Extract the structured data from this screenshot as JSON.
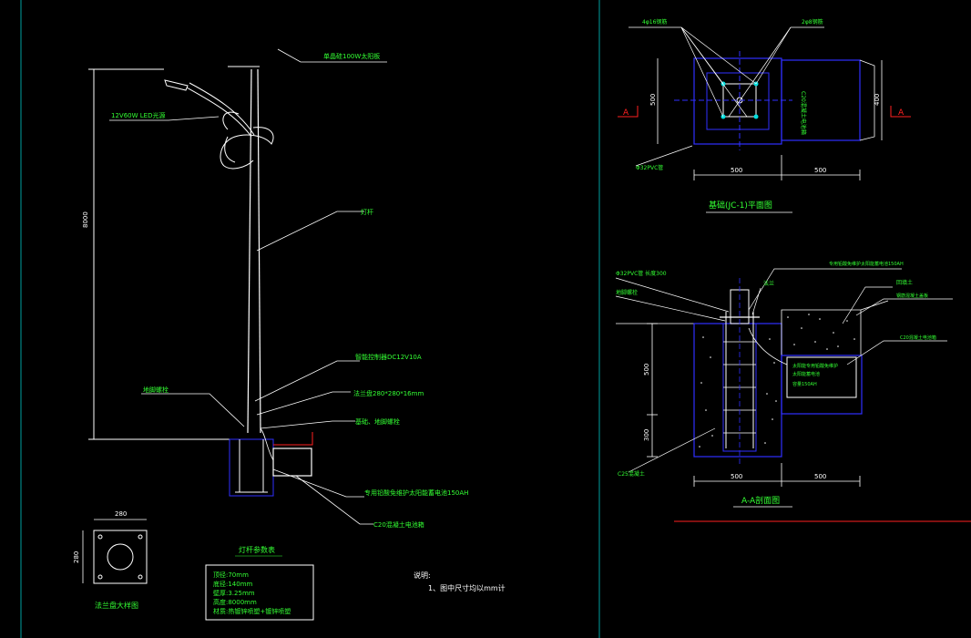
{
  "pole": {
    "solar_panel": "单晶硅100W太阳板",
    "led_lamp": "12V60W LED光源",
    "pole_body": "灯杆",
    "height_dim": "8000",
    "controller": "智能控制器DC12V10A",
    "flange": "法兰盘280*280*16mm",
    "bolts": "基础、地脚螺栓",
    "ground_bolt": "地脚螺栓",
    "battery_box": "专用铅酸免维护太阳能蓄电池150AH",
    "concrete_box": "C20混凝土电池箱"
  },
  "plan_view": {
    "rebar_label": "4φ16钢筋",
    "bolt_label": "2φ8钢筋",
    "battery_label": "C20混凝土电池箱",
    "pvc_label": "Φ32PVC管",
    "dim_left": "500",
    "dim_right": "400",
    "dim_bottom_left": "500",
    "dim_bottom_right": "500",
    "section_mark": "A",
    "title": "基础(JC-1)平面图"
  },
  "section_view": {
    "pvc_label": "Φ32PVC管 长度300",
    "bolt_label": "地脚螺栓",
    "top_label": "专用铅酸免维护太阳能蓄电池150AH",
    "backfill_label": "回填土",
    "cover_label": "钢筋混凝土盖板",
    "box_label": "C20混凝土电池箱",
    "battery_inner_1": "太阳能专用铅酸免维护",
    "battery_inner_2": "太阳能蓄电池",
    "battery_inner_3": "容量150AH",
    "flange_label": "法兰",
    "concrete_label": "C25混凝土",
    "dim_500": "500",
    "dim_300": "300",
    "dim_bottom_left": "500",
    "dim_bottom_right": "500",
    "title": "A-A剖面图"
  },
  "flange_plate": {
    "dim_top": "280",
    "dim_side": "280",
    "title": "法兰盘大样图"
  },
  "params": {
    "title": "灯杆参数表",
    "lines": [
      "顶径:70mm",
      "底径:140mm",
      "壁厚:3.25mm",
      "高度:8000mm",
      "材质:热镀锌喷塑+镀锌喷塑"
    ]
  },
  "notes": {
    "title": "说明:",
    "line1": "1、图中尺寸均以mm计"
  },
  "colors": {
    "background": "#000000",
    "line_white": "#ffffff",
    "text_green": "#33ff33",
    "dim_blue": "#3030ff",
    "border_red": "#ff2020",
    "frame_cyan": "#00c8c8"
  }
}
